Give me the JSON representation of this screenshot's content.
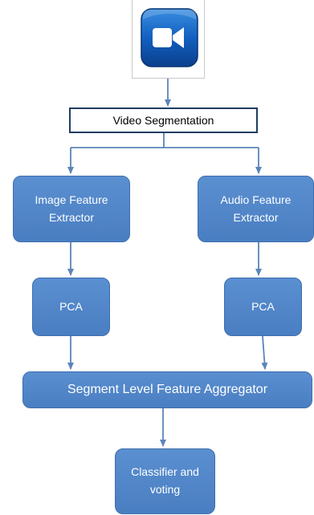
{
  "diagram": {
    "icon": "video-camera-icon",
    "nodes": {
      "video_segmentation": "Video Segmentation",
      "image_feature_extractor": "Image Feature\nExtractor",
      "audio_feature_extractor": "Audio Feature\nExtractor",
      "pca_left": "PCA",
      "pca_right": "PCA",
      "segment_aggregator": "Segment Level Feature Aggregator",
      "classifier": "Classifier and\nvoting"
    },
    "colors": {
      "box_fill": "#5087c9",
      "box_border": "#3f6fae",
      "arrow": "#5b85b8",
      "segmentation_border": "#1e3d63"
    }
  }
}
